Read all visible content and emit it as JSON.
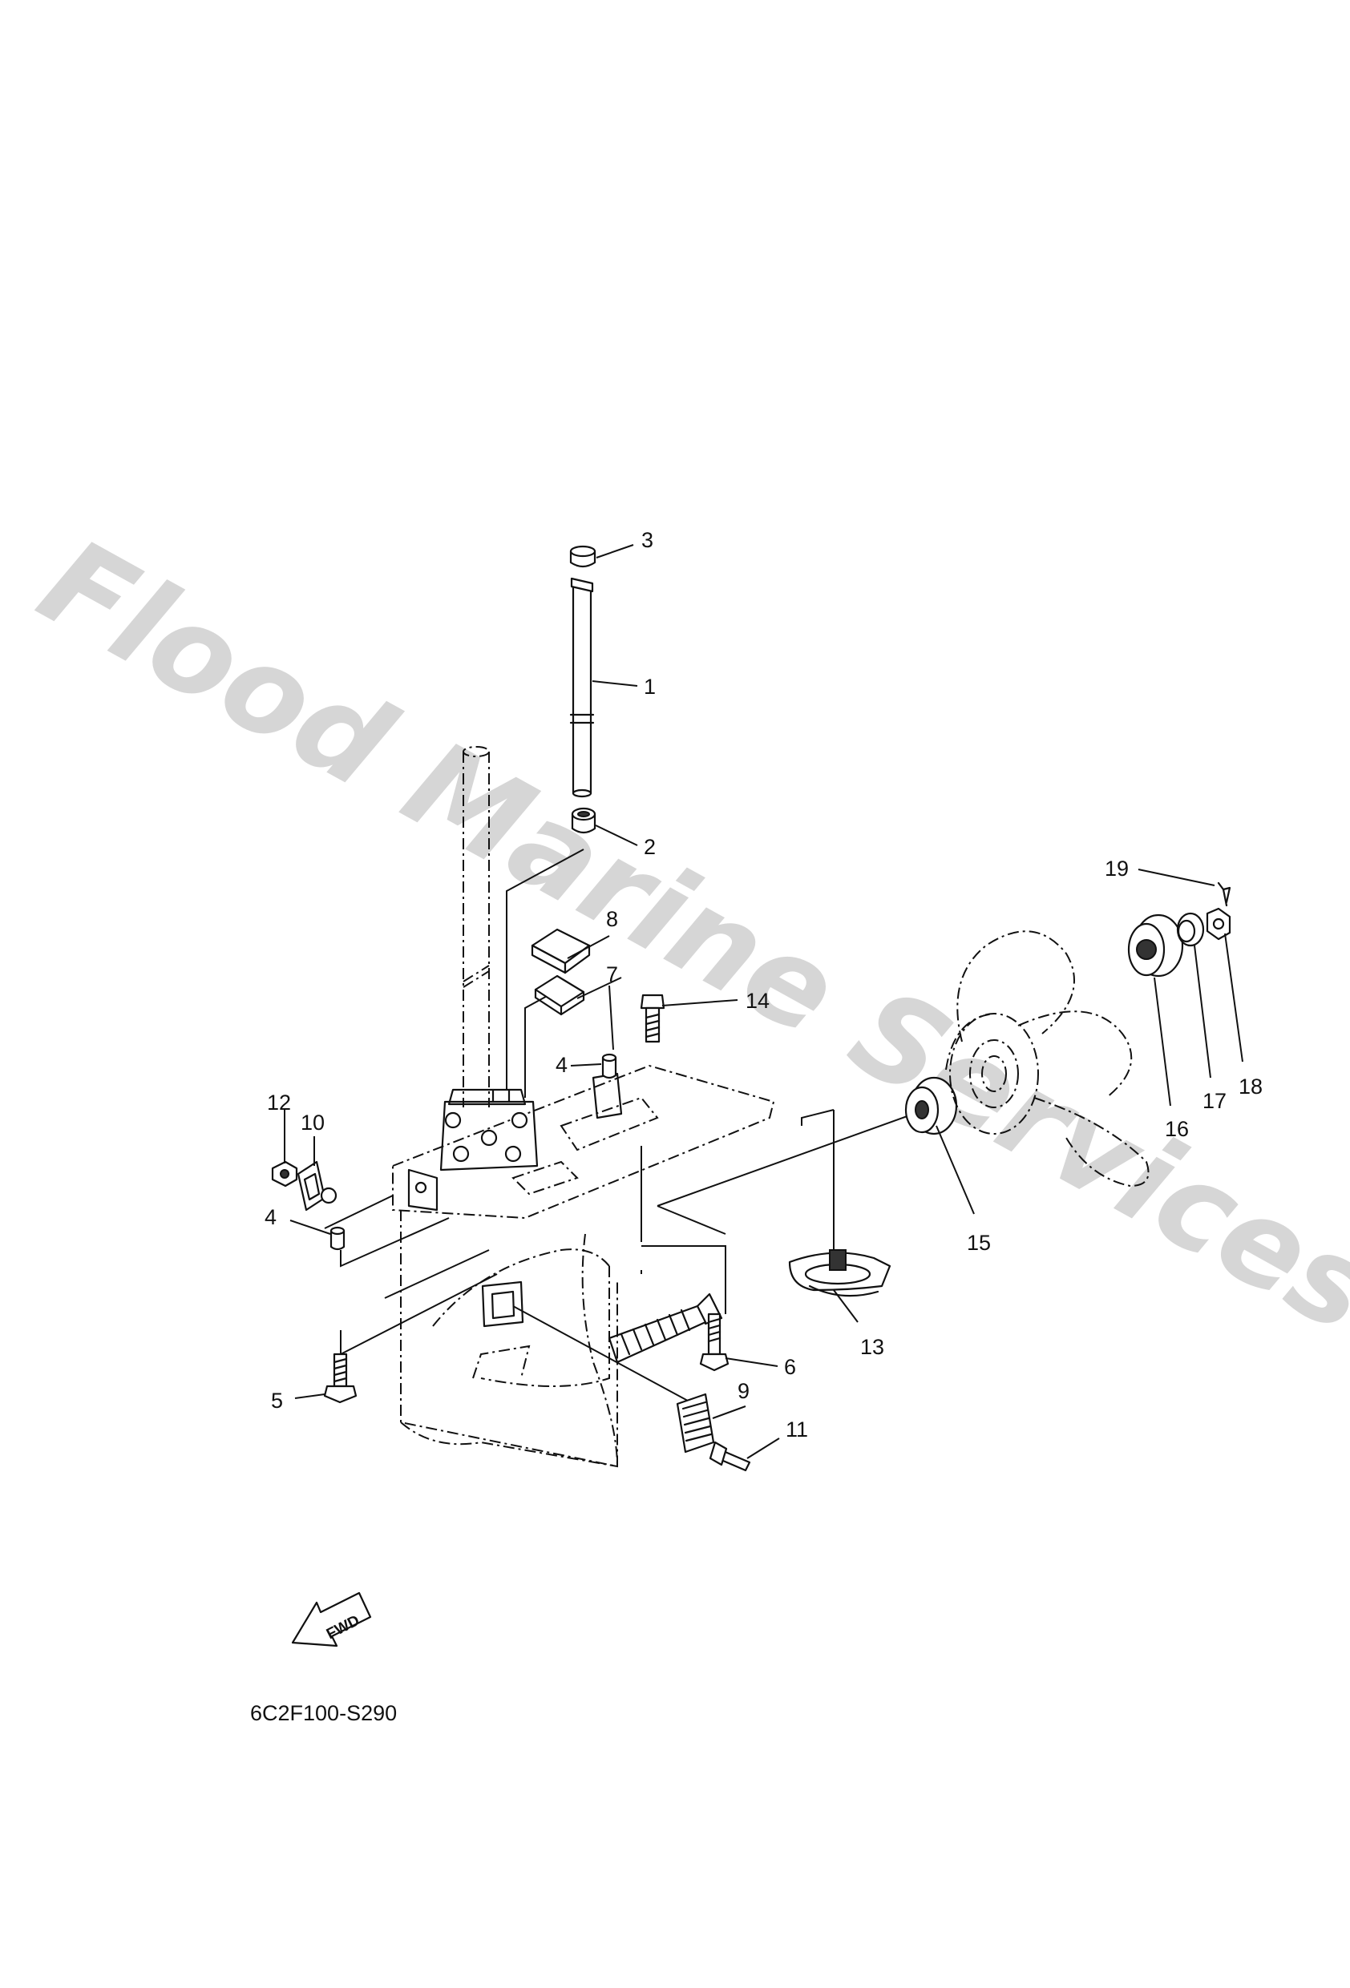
{
  "watermark": "Flood Marine Services",
  "diagram_code": "6C2F100-S290",
  "fwd_label": "FWD",
  "callouts": [
    {
      "id": "c1",
      "text": "1"
    },
    {
      "id": "c2",
      "text": "2"
    },
    {
      "id": "c3",
      "text": "3"
    },
    {
      "id": "c4a",
      "text": "4"
    },
    {
      "id": "c4b",
      "text": "4"
    },
    {
      "id": "c5",
      "text": "5"
    },
    {
      "id": "c6",
      "text": "6"
    },
    {
      "id": "c7",
      "text": "7"
    },
    {
      "id": "c8",
      "text": "8"
    },
    {
      "id": "c9",
      "text": "9"
    },
    {
      "id": "c10",
      "text": "10"
    },
    {
      "id": "c11",
      "text": "11"
    },
    {
      "id": "c12",
      "text": "12"
    },
    {
      "id": "c13",
      "text": "13"
    },
    {
      "id": "c14",
      "text": "14"
    },
    {
      "id": "c15",
      "text": "15"
    },
    {
      "id": "c16",
      "text": "16"
    },
    {
      "id": "c17",
      "text": "17"
    },
    {
      "id": "c18",
      "text": "18"
    },
    {
      "id": "c19",
      "text": "19"
    }
  ]
}
